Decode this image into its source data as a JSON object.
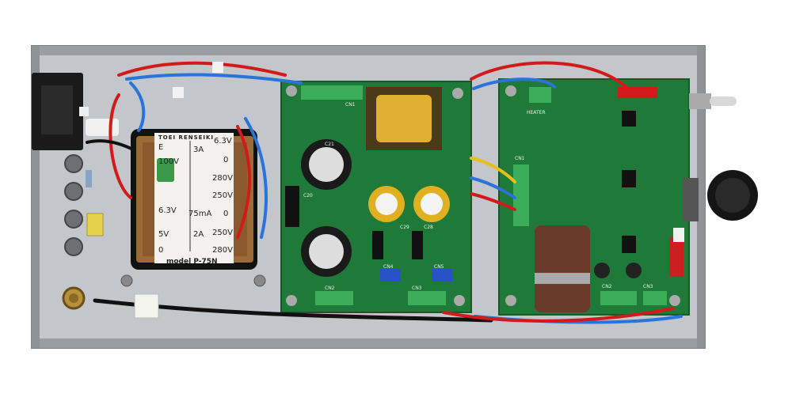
{
  "scene": {
    "description_colors": {
      "chassis": "#b9bcc0",
      "chassis_dark": "#8e9196",
      "pcb_green": "#1f7a3a",
      "pcb_dark": "#165c2c",
      "transformer_core": "#8a5a2e",
      "terminal_green": "#3cae5a",
      "wire_red": "#d21a1a",
      "wire_blue": "#2a73d8",
      "wire_black": "#111111"
    }
  },
  "transformer": {
    "brand": "TOEI RENSEIKI",
    "model": "model P-75N",
    "left_taps": [
      "E",
      "100V",
      "6.3V",
      "5V",
      "0"
    ],
    "mid_taps": [
      "3A",
      "75mA",
      "2A"
    ],
    "right_taps": [
      "6.3V",
      "0",
      "280V",
      "250V",
      "0",
      "250V",
      "280V"
    ]
  },
  "psu_board": {
    "labels": [
      "CN1",
      "CN2",
      "CN3",
      "CN4",
      "CN5",
      "C20",
      "C21",
      "C28",
      "C29"
    ]
  },
  "amp_board": {
    "labels": [
      "HEATER",
      "CN1",
      "CN2",
      "CN3"
    ]
  }
}
